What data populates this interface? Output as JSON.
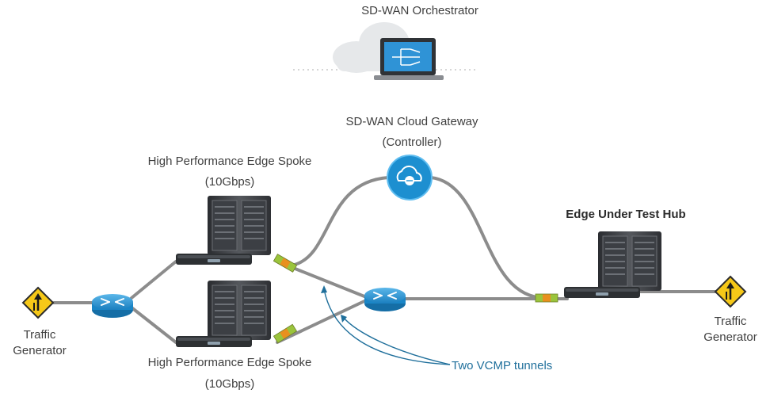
{
  "orchestrator": {
    "label": "SD-WAN Orchestrator"
  },
  "gateway": {
    "label": "SD-WAN Cloud Gateway",
    "sublabel": "(Controller)"
  },
  "spoke_top": {
    "label": "High Performance Edge Spoke",
    "sublabel": "(10Gbps)"
  },
  "spoke_bottom": {
    "label": "High Performance Edge Spoke",
    "sublabel": "(10Gbps)"
  },
  "hub": {
    "label": "Edge Under Test Hub"
  },
  "traffic_left": {
    "line1": "Traffic",
    "line2": "Generator"
  },
  "traffic_right": {
    "line1": "Traffic",
    "line2": "Generator"
  },
  "annotation": {
    "text": "Two VCMP tunnels"
  },
  "colors": {
    "link": "#8c8c8c",
    "router_blue": "#1d8fd0",
    "gateway_blue": "#1d8fd0",
    "sign_yellow": "#f6c818",
    "annotation_blue": "#1f6f9b",
    "tunnel_green": "#9ac43c",
    "tunnel_orange": "#e8901e",
    "server_dark": "#3e4145"
  },
  "icons": [
    "cloud-icon",
    "laptop-icon",
    "router-icon",
    "gateway-icon",
    "server-icon",
    "traffic-sign-icon",
    "tunnel-icon"
  ]
}
